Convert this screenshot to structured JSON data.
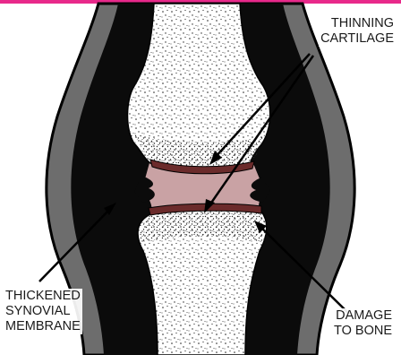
{
  "title": "",
  "colors": {
    "top_rule": "#e8298a",
    "capsule_outer": "#6d6d6d",
    "synovial": "#0b0b0b",
    "bone": "#ffffff",
    "cartilage": "#6b2b2b",
    "joint_space": "#c9a2a4"
  },
  "labels": {
    "thinning_cartilage": [
      "THINNING",
      "CARTILAGE"
    ],
    "thickened_synovial": [
      "THICKENED",
      "SYNOVIAL",
      "MEMBRANE"
    ],
    "damage_to_bone": [
      "DAMAGE",
      "TO BONE"
    ]
  }
}
